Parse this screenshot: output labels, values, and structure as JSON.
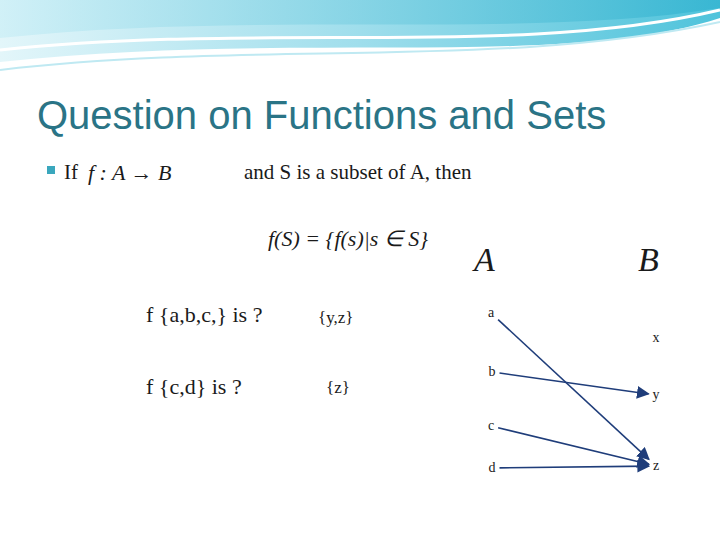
{
  "diagram": {
    "title": "Question on Functions and Sets",
    "nodes": [
      {
        "text": [
          "a"
        ]
      },
      {
        "text": [
          "x"
        ]
      },
      {
        "text": [
          "b"
        ]
      },
      {
        "text": [
          "y"
        ]
      },
      {
        "text": [
          "c"
        ]
      },
      {
        "text": [
          "d"
        ]
      },
      {
        "text": [
          "z"
        ]
      }
    ],
    "edges": [
      {
        "from": 0,
        "to": 6,
        "arrow": "to"
      },
      {
        "from": 2,
        "to": 3,
        "arrow": "to"
      },
      {
        "from": 4,
        "to": 6,
        "arrow": "to"
      },
      {
        "from": 5,
        "to": 6,
        "arrow": "to"
      }
    ],
    "labels": [
      "If",
      "f : A → B",
      "and S is a subset of A, then",
      "f(S) = {f(s)|s ∈ S}",
      "f {a,b,c,} is ?",
      "{y,z}",
      "f {c,d} is ?",
      "{z}",
      "A",
      "B"
    ]
  }
}
